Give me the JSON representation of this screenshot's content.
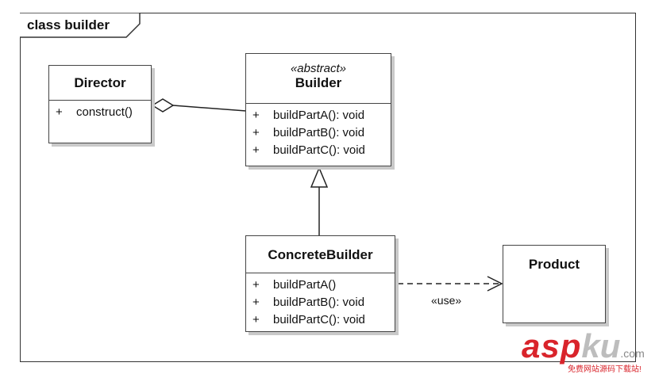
{
  "frame": {
    "title": "class builder"
  },
  "classes": {
    "director": {
      "name": "Director",
      "operations": [
        {
          "visibility": "+",
          "signature": "construct()"
        }
      ]
    },
    "builder": {
      "stereotype": "«abstract»",
      "name": "Builder",
      "operations": [
        {
          "visibility": "+",
          "signature": "buildPartA(): void"
        },
        {
          "visibility": "+",
          "signature": "buildPartB(): void"
        },
        {
          "visibility": "+",
          "signature": "buildPartC(): void"
        }
      ]
    },
    "concrete_builder": {
      "name": "ConcreteBuilder",
      "operations": [
        {
          "visibility": "+",
          "signature": "buildPartA()"
        },
        {
          "visibility": "+",
          "signature": "buildPartB(): void"
        },
        {
          "visibility": "+",
          "signature": "buildPartC(): void"
        }
      ]
    },
    "product": {
      "name": "Product"
    }
  },
  "relations": {
    "uses_label": "«use»"
  },
  "watermark": {
    "brand": "asp",
    "brand2": "ku",
    "domain": ".com",
    "tagline": "免费网站源码下载站!"
  }
}
